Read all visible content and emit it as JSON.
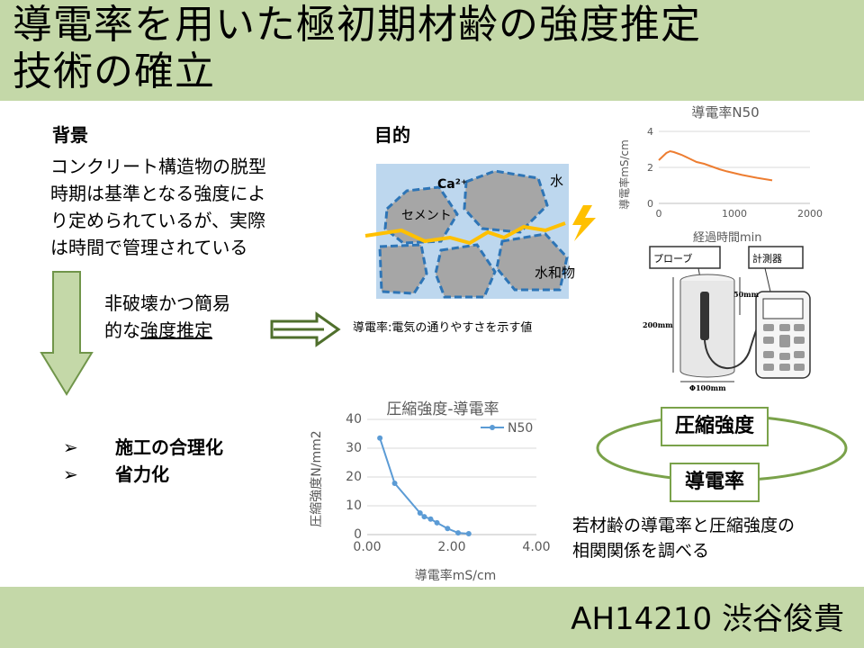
{
  "title": {
    "line1": "導電率を用いた極初期材齢の強度推定",
    "line2": "技術の確立"
  },
  "footer": {
    "author": "AH14210 渋谷俊貴"
  },
  "background": {
    "heading": "背景",
    "lines": [
      "コンクリート構造物の脱型",
      "時期は基準となる強度によ",
      "り定められているが、実際",
      "は時間で管理されている"
    ]
  },
  "method": {
    "line1": "非破壊かつ簡易",
    "line2_prefix": "的な",
    "line2_underlined": "強度推定"
  },
  "purpose": {
    "heading": "目的",
    "diagram": {
      "ion_label": "Ca²⁺",
      "water_label": "水",
      "cement_label": "セメント",
      "hydrate_label": "水和物"
    },
    "definition": "導電率:電気の通りやすさを示す値"
  },
  "bullets": [
    "施工の合理化",
    "省力化"
  ],
  "bullet_marker": "➢",
  "apparatus": {
    "probe_label": "プローブ",
    "meter_label": "計測器",
    "dim_height": "200mm",
    "dim_depth": "50mm",
    "dim_diameter": "Φ100mm"
  },
  "oval": {
    "top_label": "圧縮強度",
    "bottom_label": "導電率"
  },
  "conclusion": {
    "line1": "若材齢の導電率と圧縮強度の",
    "line2": "相関関係を調べる"
  },
  "chart_data": [
    {
      "type": "line",
      "title": "導電率N50",
      "xlabel": "経過時間min",
      "ylabel": "導電率mS/cm",
      "xlim": [
        0,
        2000
      ],
      "ylim": [
        0,
        4
      ],
      "xticks": [
        "0",
        "1000",
        "2000"
      ],
      "yticks": [
        "0",
        "2",
        "4"
      ],
      "grid": "horizontal",
      "color": "#ed7d31",
      "series": [
        {
          "x": [
            0,
            50,
            100,
            150,
            200,
            300,
            400,
            500,
            600,
            700,
            800,
            900,
            1000,
            1100,
            1200,
            1300,
            1400,
            1500
          ],
          "y": [
            2.4,
            2.6,
            2.8,
            2.9,
            2.85,
            2.7,
            2.5,
            2.3,
            2.2,
            2.05,
            1.9,
            1.78,
            1.68,
            1.58,
            1.5,
            1.42,
            1.35,
            1.28
          ]
        }
      ]
    },
    {
      "type": "scatter",
      "title": "圧縮強度-導電率",
      "xlabel": "導電率mS/cm",
      "ylabel": "圧縮強度N/mm2",
      "xlim": [
        0,
        4
      ],
      "ylim": [
        0,
        40
      ],
      "xticks": [
        "0.00",
        "2.00",
        "4.00"
      ],
      "yticks": [
        "0",
        "10",
        "20",
        "30",
        "40"
      ],
      "grid": "horizontal",
      "legend": "top-right",
      "color": "#5b9bd5",
      "series": [
        {
          "name": "N50",
          "x": [
            0.3,
            0.65,
            1.25,
            1.35,
            1.5,
            1.65,
            1.9,
            2.15,
            2.4
          ],
          "y": [
            33.5,
            17.8,
            7.5,
            6.2,
            5.4,
            4.1,
            2.1,
            0.6,
            0.3
          ]
        }
      ]
    }
  ]
}
